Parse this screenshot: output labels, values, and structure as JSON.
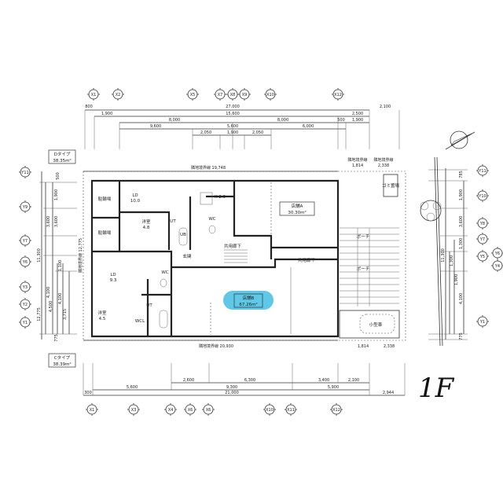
{
  "sheet": {
    "floor_label": "1F",
    "grid_top": [
      "X1",
      "X2",
      "X5",
      "X7",
      "X8",
      "X9",
      "X10",
      "X12"
    ],
    "grid_bottom": [
      "X1",
      "X3",
      "X4",
      "X6",
      "X6",
      "X10",
      "X11",
      "X12"
    ],
    "grid_left": [
      "Y11",
      "Y9",
      "Y7",
      "Y6",
      "Y3",
      "Y2",
      "Y1"
    ],
    "grid_right": [
      "Y11",
      "Y10",
      "Y8",
      "Y7",
      "Y5",
      "Y6",
      "Y4",
      "Y1"
    ],
    "dims_top": {
      "row1": [
        "27,000",
        "2,100",
        "800"
      ],
      "row2": [
        "1,900",
        "15,600",
        "2,500"
      ],
      "row3": [
        "8,000",
        "8,000",
        "500",
        "1,900"
      ],
      "row4": [
        "9,600",
        "5,600",
        "6,000"
      ],
      "row5": [
        "2,050",
        "1,900",
        "2,050"
      ]
    },
    "dims_bottom": {
      "row1": [
        "2,600",
        "6,300",
        "3,400",
        "2,100"
      ],
      "row2": [
        "5,600",
        "9,300",
        "5,900"
      ],
      "row3": [
        "300",
        "21,000",
        "2,944"
      ]
    },
    "dims_left": [
      "500",
      "1,900",
      "3,600",
      "3,600",
      "11,300",
      "4,100",
      "4,500",
      "1,100",
      "4,100",
      "3,715",
      "775",
      "12,775"
    ],
    "dims_right": [
      "785",
      "1,900",
      "3,600",
      "1,300",
      "1,300",
      "1,900",
      "4,100",
      "11,300",
      "775"
    ],
    "boundary": {
      "top": "隣地境界線 19,748",
      "bottom": "隣地境界線 20,930",
      "left": "隣地境界線 12,775",
      "right_top_a": "隣地境界線",
      "right_top_a_val": "1,814",
      "right_top_b": "隣地境界線",
      "right_top_b_val": "2,338",
      "right_bottom_a_val": "1,814",
      "right_bottom_b_val": "2,338"
    },
    "unit_types": [
      {
        "name": "Dタイプ",
        "area": "38.35m²"
      },
      {
        "name": "Cタイプ",
        "area": "38.39m²"
      }
    ],
    "rooms": {
      "storage1": "駐輪場",
      "storage2": "駐輪場",
      "ld1_name": "LD",
      "ld1_size": "10.0",
      "bed1_name": "洋室",
      "bed1_size": "4.8",
      "ld2_name": "LD",
      "ld2_size": "9.3",
      "bed2_name": "洋室",
      "bed2_size": "4.5",
      "ut": "UT",
      "wc": "WC",
      "wcl": "WCL",
      "ub": "UB",
      "kitchen": "K 2.9",
      "entrance": "玄関",
      "hall": "共用廊下",
      "corridor": "共用廊下",
      "porch": "ポーチ",
      "parking": "小型車",
      "garbage": "ゴミ置場"
    },
    "shop_a": {
      "name": "店舗A",
      "area": "30.30m²"
    },
    "shop_b": {
      "name": "店舗B",
      "area": "67.26m²"
    },
    "colors": {
      "highlight": "#5ec8e6",
      "line": "#333333"
    }
  }
}
